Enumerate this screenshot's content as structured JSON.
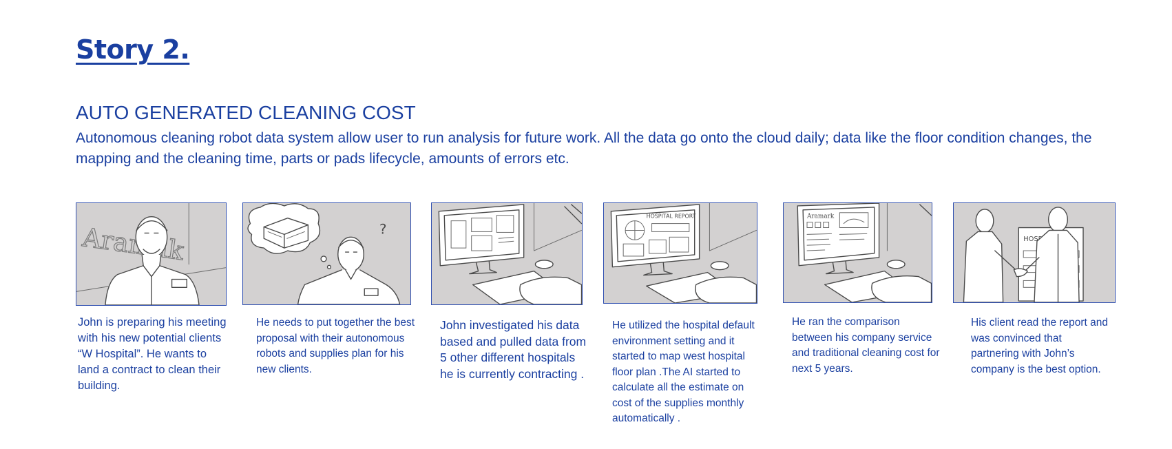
{
  "story": {
    "title": "Story 2."
  },
  "section": {
    "heading": "AUTO GENERATED CLEANING COST",
    "description": "Autonomous cleaning robot data system allow user to run analysis for future work. All the data go onto the cloud daily; data like the floor condition changes, the mapping and the cleaning time, parts or pads lifecycle, amounts of errors etc."
  },
  "panels": [
    {
      "caption": "John is preparing his meeting with his new potential clients “W Hospital”. He wants to land a contract to clean their building.",
      "wall_text": "Aramak"
    },
    {
      "caption": "He needs to put together the best proposal with their autonomous robots and supplies plan for his new clients.",
      "thought_mark": "?"
    },
    {
      "caption": "John investigated his data based and pulled data from 5 other different hospitals he is currently contracting ."
    },
    {
      "caption": "He utilized the hospital default environment setting and it started to map west hospital floor plan .The AI started to calculate all the estimate on cost of the supplies monthly automatically .",
      "screen_text": "HOSPITAL REPORT"
    },
    {
      "caption": "He ran the comparison between his company service and traditional cleaning cost for next 5 years.",
      "screen_text": "Aramark"
    },
    {
      "caption": "His client read the report and was convinced that partnering with John’s company is the best option.",
      "sign_text": "HOSPITAL"
    }
  ]
}
